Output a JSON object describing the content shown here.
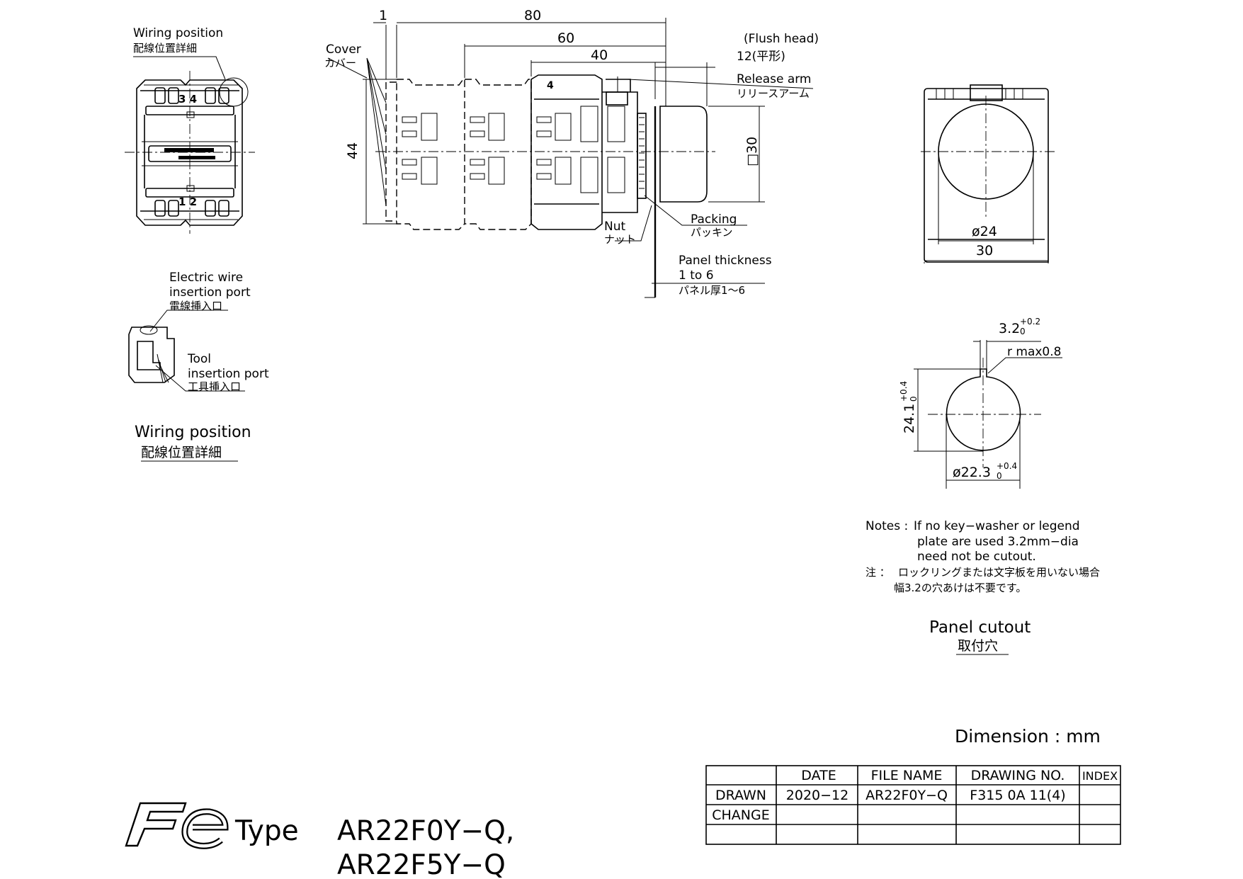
{
  "title": {
    "type_label": "Type",
    "models": [
      "AR22F0Y−Q,",
      "AR22F5Y−Q"
    ],
    "logo_text": "Fe"
  },
  "wiring_detail": {
    "callout_en": "Wiring position",
    "callout_ja": "配線位置詳細",
    "terminal_top": "3 4",
    "terminal_bottom": "1 2",
    "caption_en": "Wiring position",
    "caption_ja": "配線位置詳細",
    "wire_port_en_1": "Electric wire",
    "wire_port_en_2": "insertion port",
    "wire_port_ja": "電線挿入口",
    "tool_port_en_1": "Tool",
    "tool_port_en_2": "insertion port",
    "tool_port_ja": "工具挿入口"
  },
  "side_view": {
    "dim_1": "1",
    "dim_80": "80",
    "dim_60": "60",
    "dim_40": "40",
    "dim_44": "44",
    "dim_sq30": "□30",
    "flush_head": "(Flush head)",
    "flush_dim": "12(平形)",
    "cover_en": "Cover",
    "cover_ja": "カバー",
    "release_en": "Release arm",
    "release_ja": "リリースアーム",
    "packing_en": "Packing",
    "packing_ja": "パッキン",
    "nut_en": "Nut",
    "nut_ja": "ナット",
    "panel_en_1": "Panel thickness",
    "panel_en_2": "1 to 6",
    "panel_ja": "パネル厚1～6",
    "block_mark": "4"
  },
  "front_view": {
    "dim_phi24": "ø24",
    "dim_30": "30"
  },
  "cutout": {
    "dim_width": "3.2",
    "dim_width_tol_up": "+0.2",
    "dim_width_tol_low": "0",
    "radius": "r max0.8",
    "dim_height": "24.1",
    "dim_height_tol_up": "+0.4",
    "dim_height_tol_low": "0",
    "dim_dia": "ø22.3",
    "dim_dia_tol_up": "+0.4",
    "dim_dia_tol_low": "0",
    "caption_en": "Panel cutout",
    "caption_ja": "取付穴"
  },
  "notes": {
    "label": "Notes :",
    "line1": "If no key−washer or legend",
    "line2": "plate are used 3.2mm−dia",
    "line3": "need not be cutout.",
    "ja_label": "注 ：",
    "ja_line1": "ロックリングまたは文字板を用いない場合",
    "ja_line2": "幅3.2の穴あけは不要です。"
  },
  "dimension_unit": "Dimension : mm",
  "title_block": {
    "headers": [
      "",
      "DATE",
      "FILE NAME",
      "DRAWING NO.",
      "INDEX"
    ],
    "rows": [
      [
        "DRAWN",
        "2020−12",
        "AR22F0Y−Q",
        "F315 0A 11(4)",
        ""
      ],
      [
        "CHANGE",
        "",
        "",
        "",
        ""
      ],
      [
        "",
        "",
        "",
        "",
        ""
      ]
    ]
  }
}
